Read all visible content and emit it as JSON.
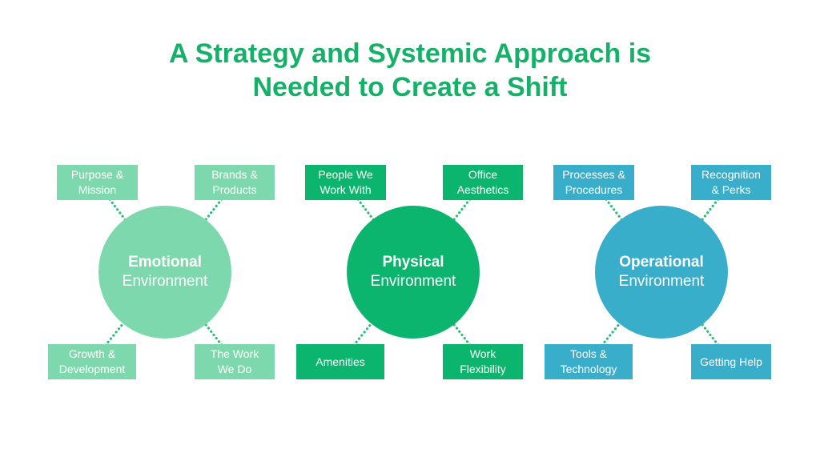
{
  "title": {
    "line1": "A Strategy and Systemic Approach is",
    "line2": "Needed to Create a Shift"
  },
  "diagram": {
    "title_color": "#15b169",
    "connector_color": "#2ebe7c",
    "background_color": "#ffffff",
    "text_color_on_shapes": "#ffffff"
  },
  "groups": [
    {
      "name": "Emotional Environment",
      "color": "#7ed8ad",
      "circle": {
        "title": "Emotional",
        "subtitle": "Environment"
      },
      "boxes": [
        {
          "position": "top-left",
          "label": "Purpose &\nMission"
        },
        {
          "position": "top-right",
          "label": "Brands &\nProducts"
        },
        {
          "position": "bottom-left",
          "label": "Growth &\nDevelopment"
        },
        {
          "position": "bottom-right",
          "label": "The Work\nWe Do"
        }
      ]
    },
    {
      "name": "Physical Environment",
      "color": "#0bb56d",
      "circle": {
        "title": "Physical",
        "subtitle": "Environment"
      },
      "boxes": [
        {
          "position": "top-left",
          "label": "People We\nWork With"
        },
        {
          "position": "top-right",
          "label": "Office\nAesthetics"
        },
        {
          "position": "bottom-left",
          "label": "Amenities"
        },
        {
          "position": "bottom-right",
          "label": "Work\nFlexibility"
        }
      ]
    },
    {
      "name": "Operational Environment",
      "color": "#39aeca",
      "circle": {
        "title": "Operational",
        "subtitle": "Environment"
      },
      "boxes": [
        {
          "position": "top-left",
          "label": "Processes &\nProcedures"
        },
        {
          "position": "top-right",
          "label": "Recognition\n& Perks"
        },
        {
          "position": "bottom-left",
          "label": "Tools &\nTechnology"
        },
        {
          "position": "bottom-right",
          "label": "Getting Help"
        }
      ]
    }
  ]
}
